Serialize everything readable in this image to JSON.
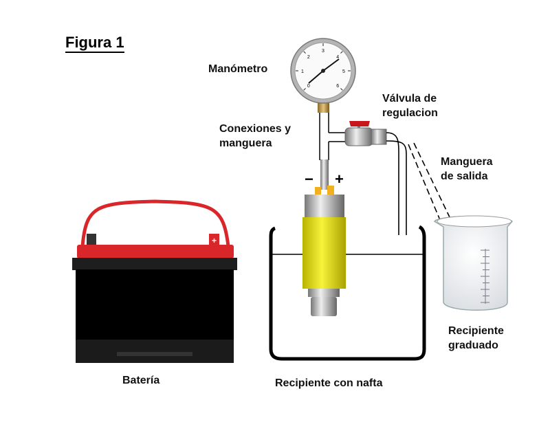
{
  "figure": {
    "title": "Figura 1",
    "labels": {
      "manometer": "Manómetro",
      "valve_line1": "Válvula de",
      "valve_line2": "regulacion",
      "connections_line1": "Conexiones y",
      "connections_line2": "manguera",
      "outlet_line1": "Manguera",
      "outlet_line2": "de salida",
      "beaker_line1": "Recipiente",
      "beaker_line2": "graduado",
      "battery": "Batería",
      "tank": "Recipiente con nafta",
      "minus": "−",
      "plus": "+"
    },
    "gauge_ticks": [
      "0",
      "1",
      "2",
      "3",
      "4",
      "5",
      "6"
    ],
    "colors": {
      "battery_top": "#d8262b",
      "pump_body": "#f0ea1e",
      "valve_handle": "#c8161d"
    }
  }
}
